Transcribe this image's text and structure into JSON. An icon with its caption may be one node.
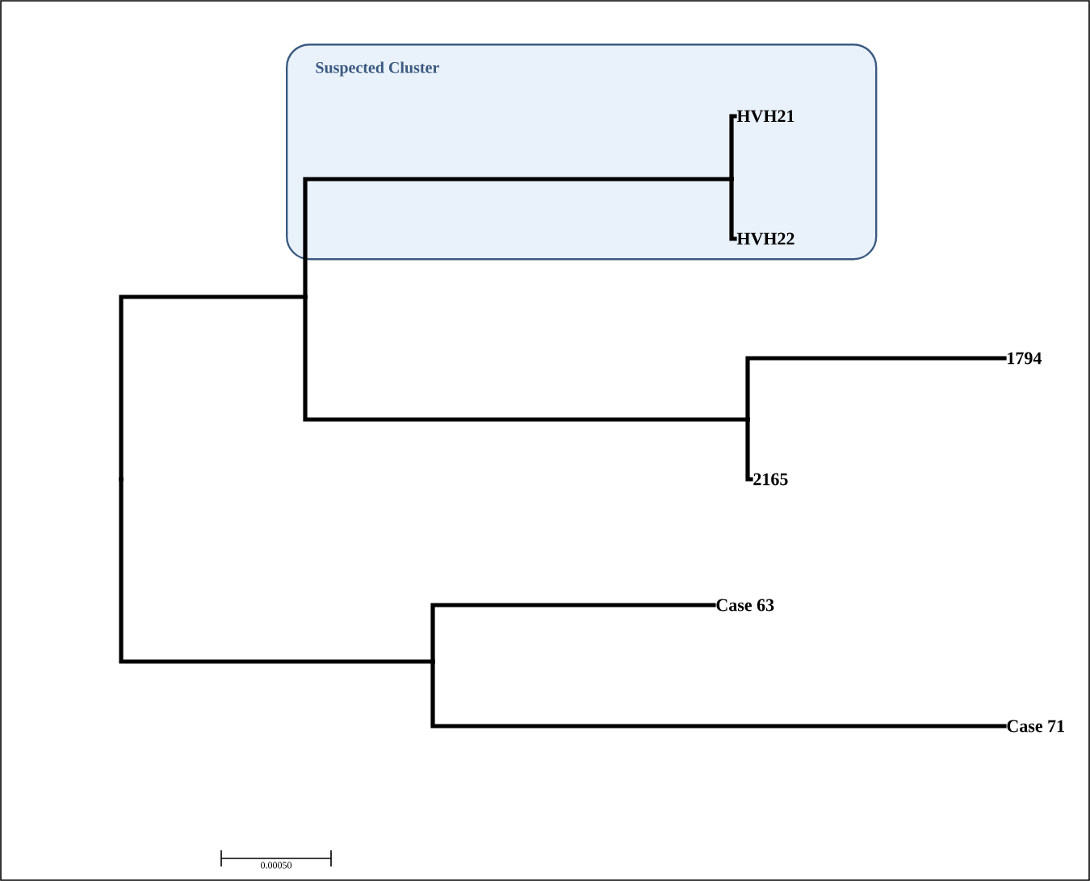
{
  "diagram": {
    "nodes": [
      {
        "text": [
          "Suspected Cluster"
        ]
      },
      {
        "text": [
          "HVH21"
        ],
        "in": 0
      },
      {
        "text": [
          "HVH22"
        ],
        "in": 0
      },
      {
        "text": [
          "1794"
        ]
      },
      {
        "text": [
          "2165"
        ]
      },
      {
        "text": [
          "Case 63"
        ]
      },
      {
        "text": [
          "Case 71"
        ]
      },
      {
        "text": [],
        "shape": "junction"
      },
      {
        "text": [],
        "shape": "junction"
      },
      {
        "text": [],
        "shape": "junction",
        "in": 0
      },
      {
        "text": [],
        "shape": "junction"
      },
      {
        "text": [],
        "shape": "junction"
      }
    ],
    "edges": [
      {
        "from": 7,
        "to": 8,
        "arrow": "none"
      },
      {
        "from": 7,
        "to": 11,
        "arrow": "none"
      },
      {
        "from": 8,
        "to": 9,
        "arrow": "none"
      },
      {
        "from": 8,
        "to": 10,
        "arrow": "none"
      },
      {
        "from": 9,
        "to": 1,
        "arrow": "none"
      },
      {
        "from": 9,
        "to": 2,
        "arrow": "none"
      },
      {
        "from": 10,
        "to": 3,
        "arrow": "none"
      },
      {
        "from": 10,
        "to": 4,
        "arrow": "none"
      },
      {
        "from": 11,
        "to": 5,
        "arrow": "none"
      },
      {
        "from": 11,
        "to": 6,
        "arrow": "none"
      }
    ],
    "labels": [
      "0.00050"
    ]
  }
}
